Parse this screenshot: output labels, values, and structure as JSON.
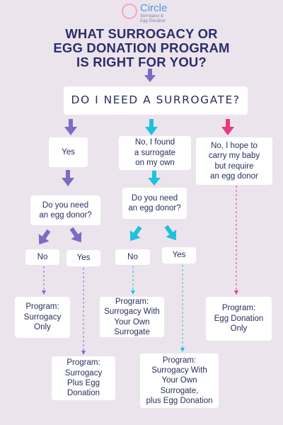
{
  "logo": {
    "name": "Circle",
    "sub": "Surrogacy &\nEgg Donation"
  },
  "title": {
    "lines": [
      "WHAT SURROGACY OR",
      "EGG DONATION PROGRAM",
      "IS RIGHT FOR YOU?"
    ]
  },
  "question_main": "DO I NEED A SURROGATE?",
  "branches": {
    "yes": "Yes",
    "own_surrogate": "No, I found\na surrogate\non my own",
    "carry_baby": "No, I hope to\ncarry my baby\nbut require\nan egg donor"
  },
  "egg_question": "Do you need\nan egg donor?",
  "answers": {
    "no": "No",
    "yes": "Yes"
  },
  "programs": {
    "surrogacy_only": "Program:\nSurrogacy\nOnly",
    "surrogacy_plus_egg": "Program:\nSurrogacy\nPlus Egg\nDonation",
    "surrogacy_own": "Program:\nSurrogacy With\nYour Own\nSurrogate",
    "surrogacy_own_egg": "Program:\nSurrogacy With\nYour Own\nSurrogate,\nplus Egg Donation",
    "egg_only": "Program:\nEgg Donation\nOnly"
  },
  "colors": {
    "background": "#ece4ec",
    "title": "#2a2f6a",
    "purple": "#7a6cc4",
    "cyan": "#1fc1dc",
    "pink": "#e83a7e"
  }
}
